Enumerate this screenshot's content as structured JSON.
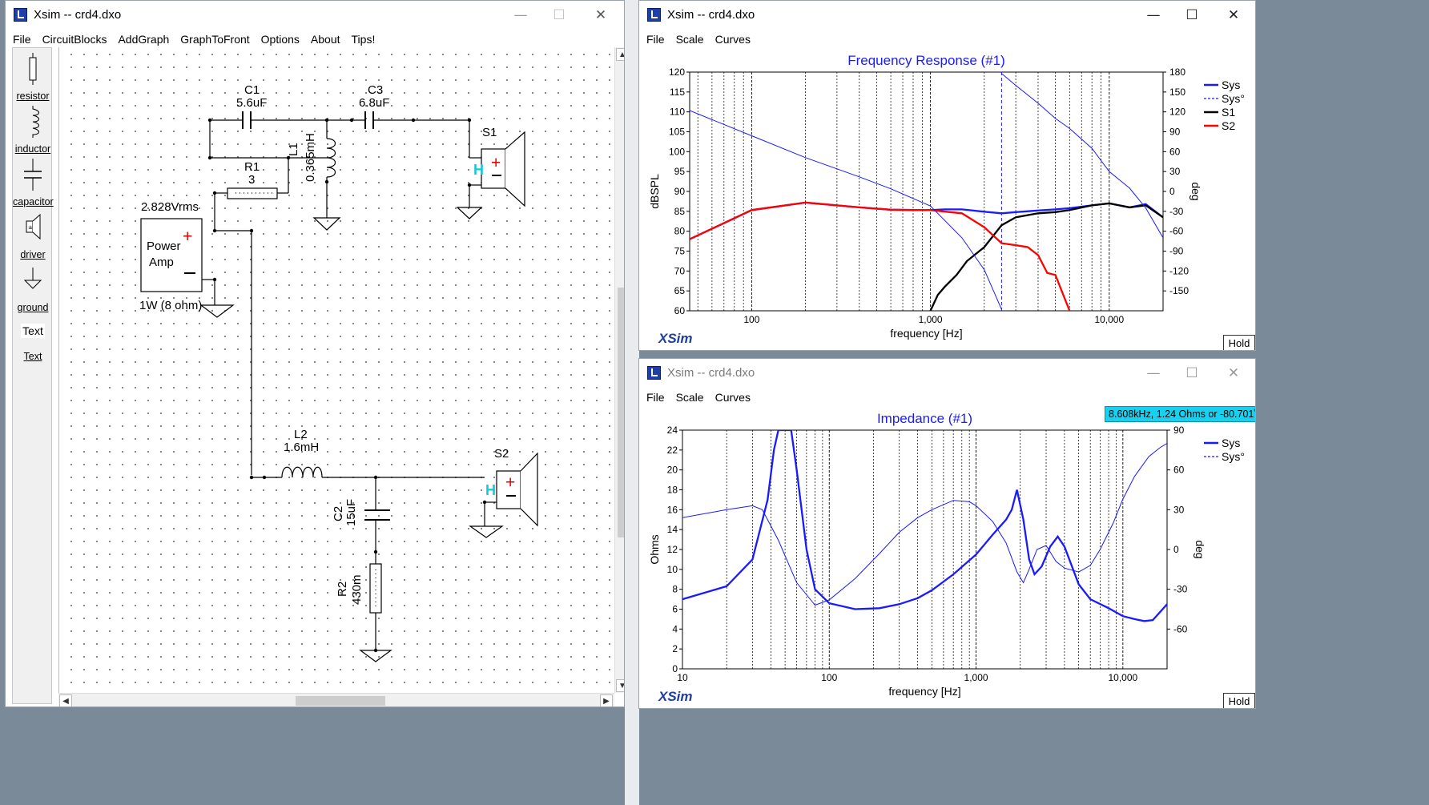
{
  "main_window": {
    "title": "Xsim -- crd4.dxo",
    "menu": [
      "File",
      "CircuitBlocks",
      "AddGraph",
      "GraphToFront",
      "Options",
      "About",
      "Tips!"
    ],
    "toolbox": [
      {
        "label": "resistor",
        "icon": "resistor-icon"
      },
      {
        "label": "inductor",
        "icon": "inductor-icon"
      },
      {
        "label": "capacitor",
        "icon": "capacitor-icon"
      },
      {
        "label": "driver",
        "icon": "driver-icon"
      },
      {
        "label": "ground",
        "icon": "ground-icon"
      },
      {
        "label": "Text",
        "icon": "text-icon"
      },
      {
        "label": "Text",
        "icon": "text-link"
      }
    ]
  },
  "schematic": {
    "c1": {
      "name": "C1",
      "value": "5.6uF"
    },
    "c3": {
      "name": "C3",
      "value": "6.8uF"
    },
    "l1": {
      "name": "L1",
      "value": "0.365mH"
    },
    "r1": {
      "name": "R1",
      "value": "3"
    },
    "s1": {
      "name": "S1",
      "polarity": "+",
      "mark": "H"
    },
    "amp": {
      "voltage": "2.828Vrms",
      "label_line1": "Power",
      "label_line2": "Amp",
      "plus": "+",
      "minus": "—",
      "rating": "1W (8 ohm)"
    },
    "l2": {
      "name": "L2",
      "value": "1.6mH"
    },
    "s2": {
      "name": "S2",
      "polarity": "+",
      "mark": "H"
    },
    "c2": {
      "name": "C2",
      "value": "15uF"
    },
    "r2": {
      "name": "R2",
      "value": "430m"
    }
  },
  "freq_window": {
    "title": "Xsim -- crd4.dxo",
    "menu": [
      "File",
      "Scale",
      "Curves"
    ],
    "hold_label": "Hold",
    "logo": "XSim",
    "legend_colors": {
      "Sys": "#1a1aff",
      "S1": "#000000",
      "S2": "#ff0000"
    }
  },
  "imp_window": {
    "title": "Xsim -- crd4.dxo",
    "menu": [
      "File",
      "Scale",
      "Curves"
    ],
    "hold_label": "Hold",
    "logo": "XSim",
    "tooltip": "8.608kHz, 1.24 Ohms or -80.701˚"
  },
  "chart_data": [
    {
      "type": "line",
      "title": "Frequency Response (#1)",
      "xlabel": "frequency [Hz]",
      "ylabel": "dBSPL",
      "y2label": "deg",
      "xscale": "log",
      "xlim": [
        45,
        20000
      ],
      "ylim": [
        60,
        120
      ],
      "y2lim": [
        -180,
        180
      ],
      "x_ticks": [
        "100",
        "1,000",
        "10,000"
      ],
      "y_ticks": [
        60,
        65,
        70,
        75,
        80,
        85,
        90,
        95,
        100,
        105,
        110,
        115,
        120
      ],
      "y2_ticks": [
        -150,
        -120,
        -90,
        -60,
        -30,
        0,
        30,
        60,
        90,
        120,
        150,
        180
      ],
      "grid": true,
      "legend_position": "top-right",
      "series": [
        {
          "name": "Sys",
          "axis": "left",
          "style": "solid",
          "color": "#1a1aff",
          "x": [
            45,
            100,
            200,
            400,
            600,
            800,
            1000,
            1200,
            1500,
            2000,
            2500,
            3000,
            4000,
            5000,
            6000,
            8000,
            10000,
            13000,
            16000,
            20000
          ],
          "y": [
            78,
            85.3,
            87.2,
            86,
            85.4,
            85.3,
            85.3,
            85.5,
            85.5,
            84.9,
            84.5,
            84.8,
            85.2,
            85.5,
            85.8,
            86.5,
            87,
            86,
            86.8,
            83.5
          ]
        },
        {
          "name": "Sys°",
          "axis": "right",
          "style": "dashed",
          "color": "#1a1aff",
          "x": [
            2500,
            2500
          ],
          "y": [
            -180,
            180
          ]
        },
        {
          "name": "S1",
          "axis": "left",
          "style": "solid",
          "color": "#000000",
          "x": [
            1000,
            1100,
            1200,
            1400,
            1600,
            2000,
            2500,
            3000,
            4000,
            5000,
            6000,
            8000,
            10000,
            13000,
            16000,
            20000
          ],
          "y": [
            60,
            64,
            66,
            69,
            72.5,
            76,
            81.5,
            83.5,
            84.5,
            84.8,
            85.3,
            86.5,
            87,
            86,
            86.5,
            83.5
          ]
        },
        {
          "name": "S2",
          "axis": "left",
          "style": "solid",
          "color": "#ff0000",
          "x": [
            45,
            100,
            200,
            400,
            600,
            1000,
            1500,
            2000,
            2500,
            3000,
            3500,
            4000,
            4500,
            5000,
            6000
          ],
          "y": [
            78,
            85.3,
            87.2,
            86,
            85.4,
            85.3,
            84.5,
            81,
            77,
            76.5,
            76,
            74,
            69.5,
            69,
            60
          ]
        },
        {
          "name": "",
          "axis": "right",
          "style": "thin",
          "color": "#1a1aff",
          "x": [
            45,
            100,
            200,
            400,
            600,
            1000,
            1500,
            2000,
            2500
          ],
          "y": [
            122,
            84,
            51,
            22,
            4,
            -22,
            -70,
            -118,
            -178
          ]
        },
        {
          "name": "",
          "axis": "right",
          "style": "thin",
          "color": "#1a1aff",
          "x": [
            2500,
            3000,
            4000,
            5000,
            6000,
            8000,
            10000,
            13000,
            16000,
            20000
          ],
          "y": [
            178,
            160,
            133,
            110,
            95,
            65,
            30,
            5,
            -25,
            -70
          ]
        }
      ]
    },
    {
      "type": "line",
      "title": "Impedance (#1)",
      "xlabel": "frequency [Hz]",
      "ylabel": "Ohms",
      "y2label": "deg",
      "xscale": "log",
      "xlim": [
        10,
        20000
      ],
      "ylim": [
        0,
        24
      ],
      "y2lim": [
        -90,
        90
      ],
      "x_ticks": [
        "10",
        "100",
        "1,000",
        "10,000"
      ],
      "y_ticks": [
        0,
        2,
        4,
        6,
        8,
        10,
        12,
        14,
        16,
        18,
        20,
        22,
        24
      ],
      "y2_ticks": [
        -60,
        -30,
        0,
        30,
        60,
        90
      ],
      "grid": true,
      "legend_position": "top-right",
      "series": [
        {
          "name": "Sys",
          "axis": "left",
          "style": "solid",
          "color": "#1a1aff",
          "x": [
            10,
            20,
            30,
            38,
            42,
            45,
            55,
            60,
            70,
            80,
            100,
            150,
            220,
            300,
            400,
            500,
            700,
            1000,
            1300,
            1600,
            1750,
            1900,
            2100,
            2300,
            2500,
            2800,
            3200,
            3600,
            4000,
            5000,
            6000,
            8000,
            10000,
            12000,
            14000,
            16000,
            20000
          ],
          "y": [
            7,
            8.3,
            11,
            17,
            22,
            24,
            24,
            20,
            12,
            8,
            6.6,
            6,
            6.1,
            6.5,
            7.1,
            7.9,
            9.5,
            11.5,
            13.5,
            15,
            16,
            18,
            15,
            11,
            9.5,
            10.3,
            12.3,
            13.3,
            12.3,
            8.5,
            7,
            6.1,
            5.3,
            5,
            4.8,
            4.9,
            6.5
          ]
        },
        {
          "name": "Sys°",
          "axis": "right",
          "style": "thin",
          "color": "#1a1aff",
          "x": [
            10,
            20,
            30,
            35,
            45,
            60,
            80,
            100,
            150,
            220,
            300,
            400,
            500,
            700,
            900,
            1000,
            1300,
            1600,
            1900,
            2100,
            2300,
            2600,
            3000,
            3500,
            4000,
            5000,
            6000,
            7000,
            8600,
            10000,
            12000,
            15000,
            18000,
            20000
          ],
          "y": [
            24,
            30,
            33,
            30,
            7,
            -25,
            -42,
            -38,
            -22,
            -3,
            13,
            24,
            30,
            37,
            36,
            33,
            21,
            5,
            -17,
            -25,
            -15,
            0,
            3,
            -9,
            -14,
            -17,
            -12,
            0,
            20,
            38,
            55,
            70,
            77,
            80
          ]
        }
      ]
    }
  ]
}
